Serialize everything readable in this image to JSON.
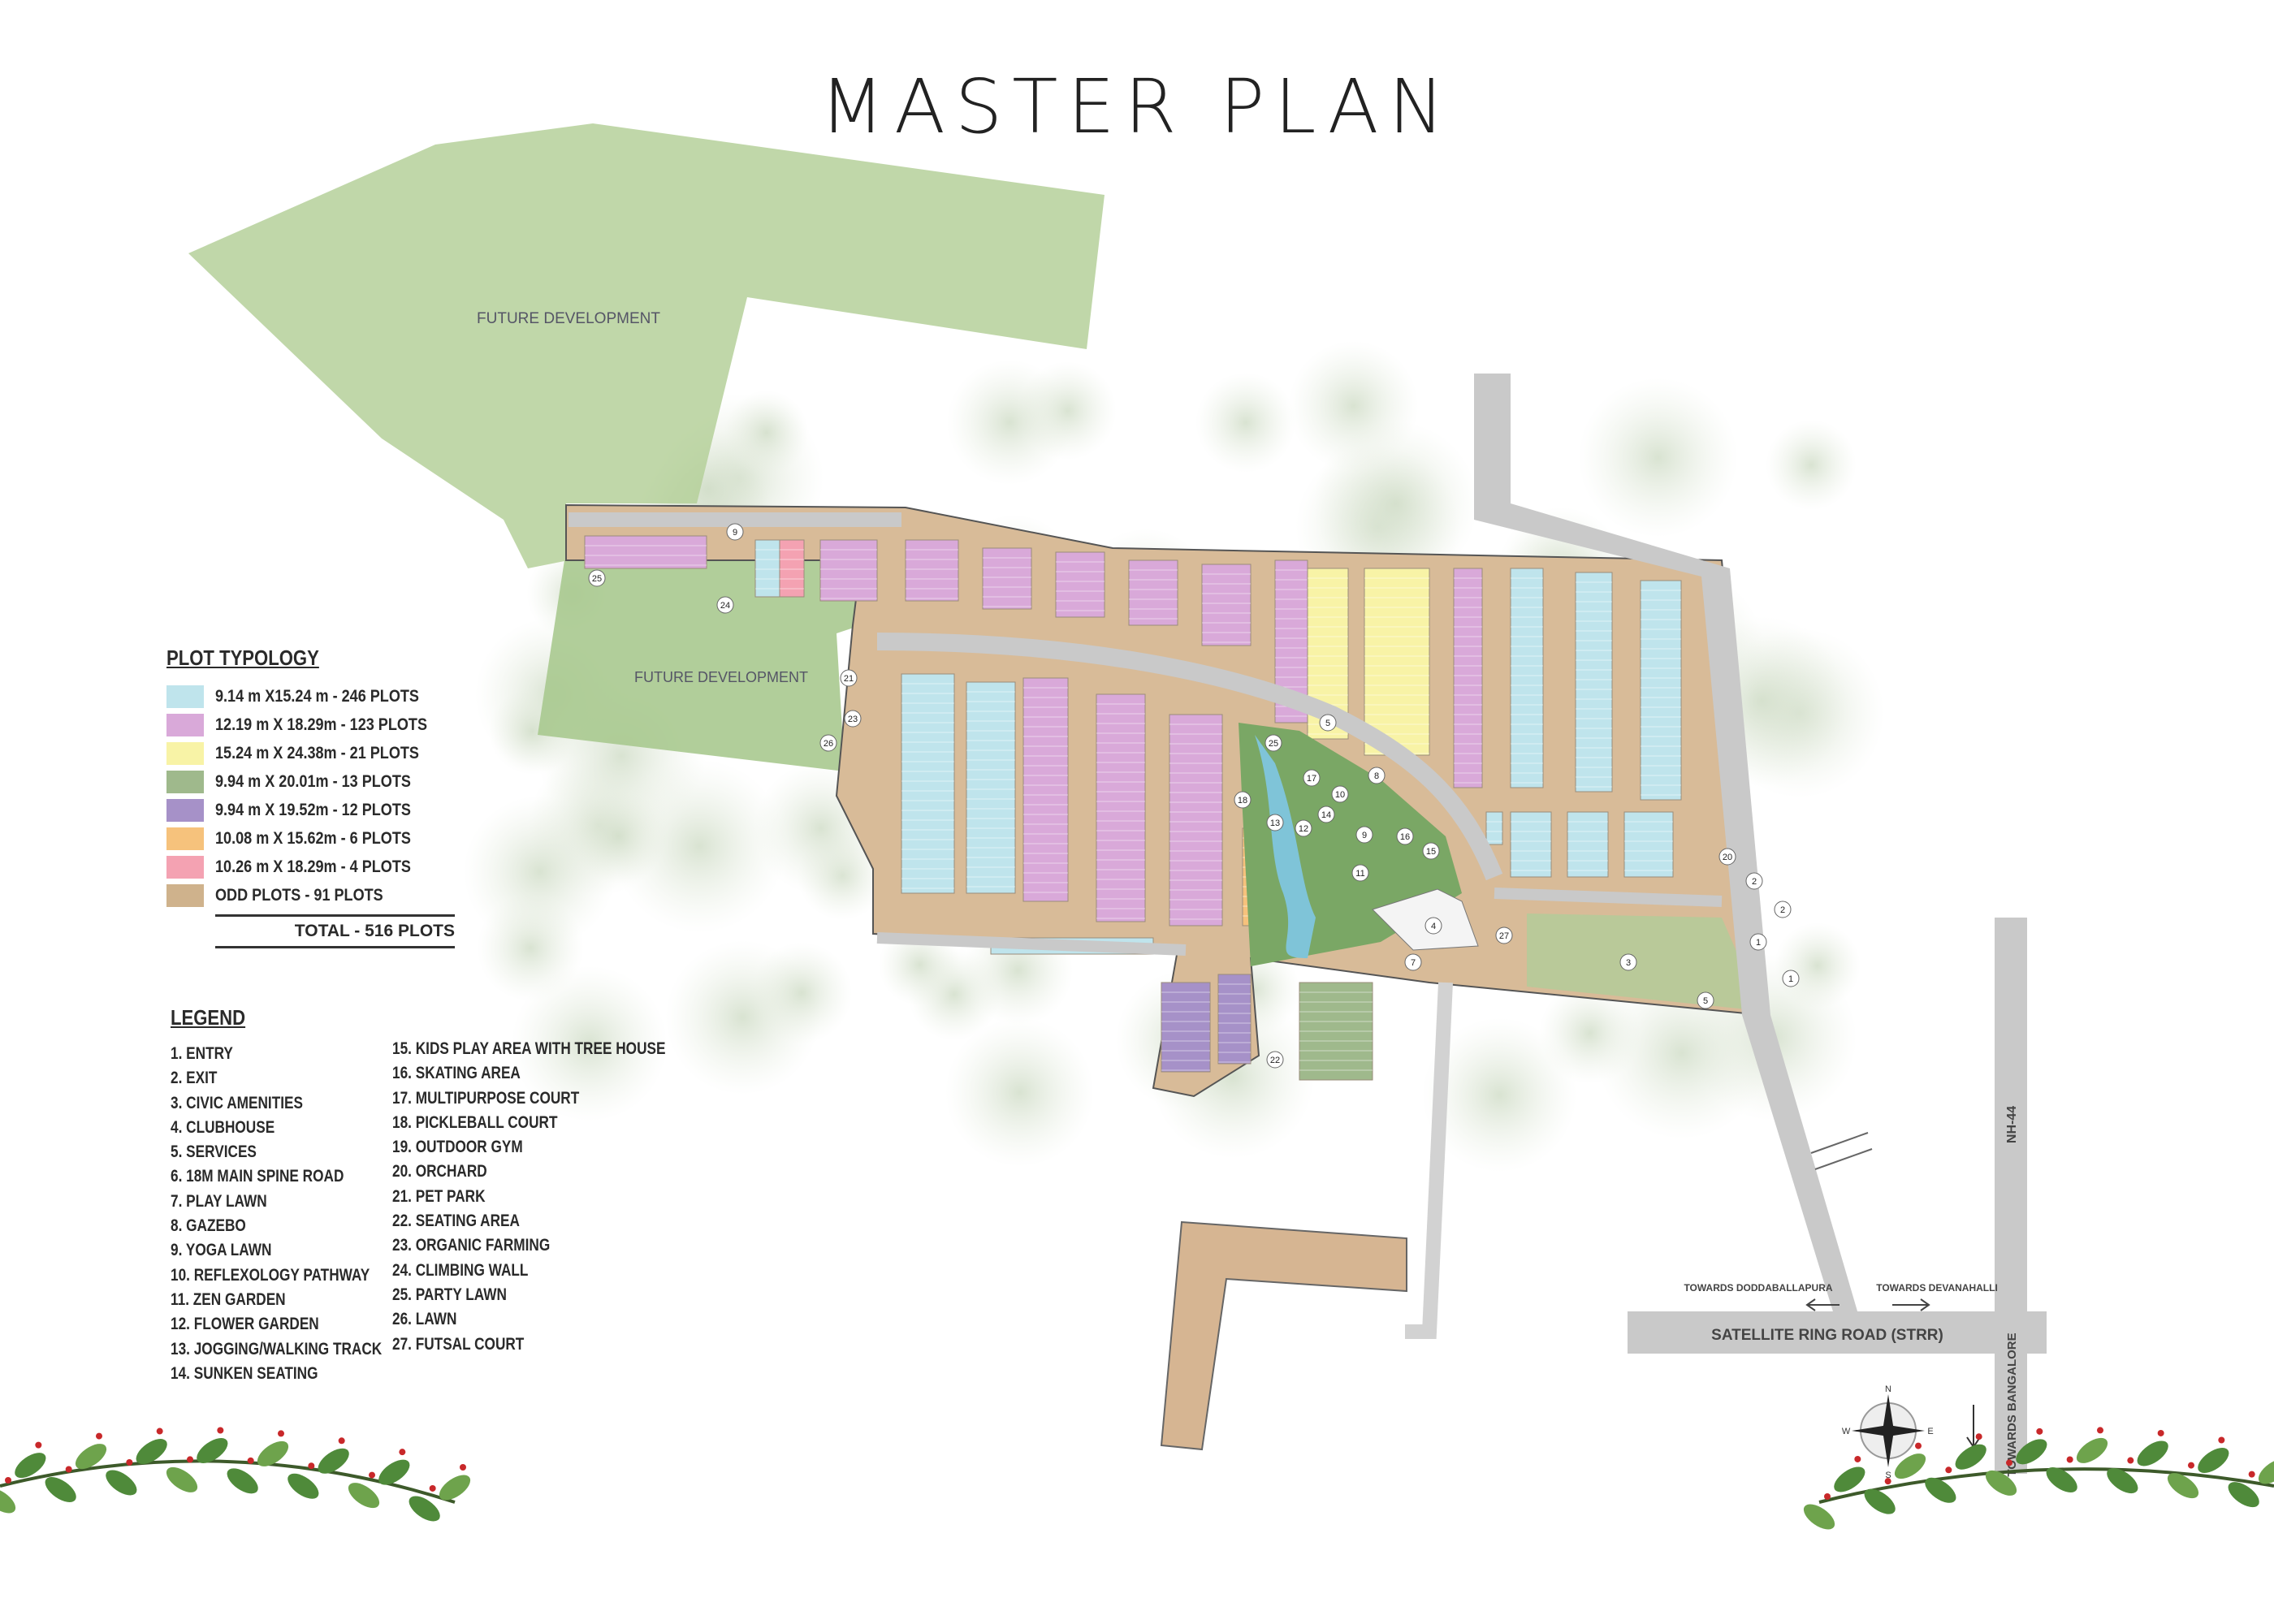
{
  "title": "MASTER PLAN",
  "map_labels": {
    "future_development_1": "FUTURE DEVELOPMENT",
    "future_development_2": "FUTURE DEVELOPMENT",
    "satellite_ring_road": "SATELLITE RING ROAD (STRR)",
    "towards_doddaballapura": "TOWARDS DODDABALLAPURA",
    "towards_devanahalli": "TOWARDS DEVANAHALLI",
    "nh44": "NH-44",
    "towards_bangalore": "TOWARDS BANGALORE",
    "compass": {
      "n": "N",
      "s": "S",
      "e": "E",
      "w": "W"
    }
  },
  "plot_typology": {
    "heading": "PLOT TYPOLOGY",
    "items": [
      {
        "label": "9.14 m X15.24 m -   246 PLOTS",
        "color": "#bfe4ec"
      },
      {
        "label": "12.19 m X 18.29m - 123 PLOTS",
        "color": "#d9a9d9"
      },
      {
        "label": "15.24 m X 24.38m - 21 PLOTS",
        "color": "#f8f3a6"
      },
      {
        "label": "9.94 m X 20.01m -   13 PLOTS",
        "color": "#9fb98c"
      },
      {
        "label": "9.94 m X 19.52m -   12 PLOTS",
        "color": "#a691c8"
      },
      {
        "label": "10.08 m X 15.62m -  6 PLOTS",
        "color": "#f6c27c"
      },
      {
        "label": "10.26 m X 18.29m - 4 PLOTS",
        "color": "#f4a2b2"
      },
      {
        "label": "ODD  PLOTS -          91 PLOTS",
        "color": "#cfb28c"
      }
    ],
    "total": "TOTAL  -   516 PLOTS"
  },
  "legend": {
    "heading": "LEGEND",
    "items": [
      "1.   ENTRY",
      "2.   EXIT",
      "3.   CIVIC AMENITIES",
      "4.   CLUBHOUSE",
      "5.   SERVICES",
      "6.   18M MAIN SPINE ROAD",
      "7.   PLAY LAWN",
      "8.   GAZEBO",
      "9.   YOGA LAWN",
      "10. REFLEXOLOGY PATHWAY",
      "11. ZEN GARDEN",
      "12. FLOWER GARDEN",
      "13. JOGGING/WALKING TRACK",
      "14. SUNKEN SEATING",
      "15. KIDS PLAY AREA WITH TREE HOUSE",
      "16. SKATING AREA",
      "17. MULTIPURPOSE COURT",
      "18. PICKLEBALL COURT",
      "19. OUTDOOR GYM",
      "20. ORCHARD",
      "21. PET PARK",
      "22. SEATING AREA",
      "23. ORGANIC FARMING",
      "24. CLIMBING WALL",
      "25. PARTY LAWN",
      "26. LAWN",
      "27. FUTSAL COURT"
    ]
  },
  "amenity_markers": [
    "9",
    "25",
    "24",
    "21",
    "23",
    "26",
    "5",
    "25",
    "17",
    "10",
    "8",
    "18",
    "13",
    "12",
    "14",
    "9",
    "16",
    "15",
    "11",
    "4",
    "27",
    "3",
    "7",
    "1",
    "2",
    "20",
    "22",
    "1",
    "2",
    "5"
  ],
  "colors": {
    "road": "#c9c9c9",
    "green": "#a9c98f",
    "odd": "#d8bb98",
    "water": "#7fc4d8"
  }
}
